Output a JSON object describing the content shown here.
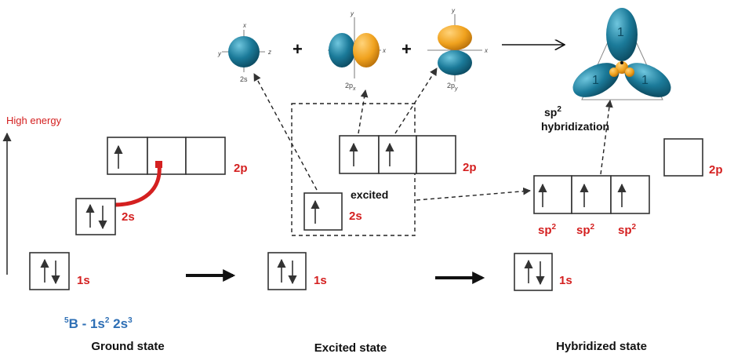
{
  "energy_axis": {
    "label": "High energy"
  },
  "ground": {
    "orbital_2p": "2p",
    "orbital_2s": "2s",
    "orbital_1s": "1s",
    "formula": {
      "sup_mass": "5",
      "element": "B - 1s",
      "sup_1s": "2",
      "mid": " 2s",
      "sup_2s": "3"
    },
    "title": "Ground state"
  },
  "excited": {
    "orbital_2p": "2p",
    "orbital_2s": "2s",
    "orbital_1s": "1s",
    "excited_label": "excited",
    "title": "Excited state"
  },
  "hybridized": {
    "process_label": "sp",
    "process_sup": "2",
    "process_word": "hybridization",
    "sp2_labels": [
      {
        "base": "sp",
        "sup": "2"
      },
      {
        "base": "sp",
        "sup": "2"
      },
      {
        "base": "sp",
        "sup": "2"
      }
    ],
    "orbital_2p": "2p",
    "orbital_1s": "1s",
    "title": "Hybridized state"
  },
  "orbitals": {
    "s": {
      "label": "2s",
      "axes": [
        "x",
        "y",
        "z"
      ]
    },
    "px": {
      "label": "2p",
      "sub": "x",
      "axes": [
        "y",
        "x"
      ]
    },
    "py": {
      "label": "2p",
      "sub": "y",
      "axes": [
        "y",
        "x"
      ]
    },
    "plus": "+",
    "hybrid_marks": [
      "1",
      "1",
      "1"
    ]
  },
  "colors": {
    "teal": "#1b7a99",
    "orange": "#f0a21e",
    "red": "#d42020",
    "blue_formula": "#2e6fb5"
  }
}
